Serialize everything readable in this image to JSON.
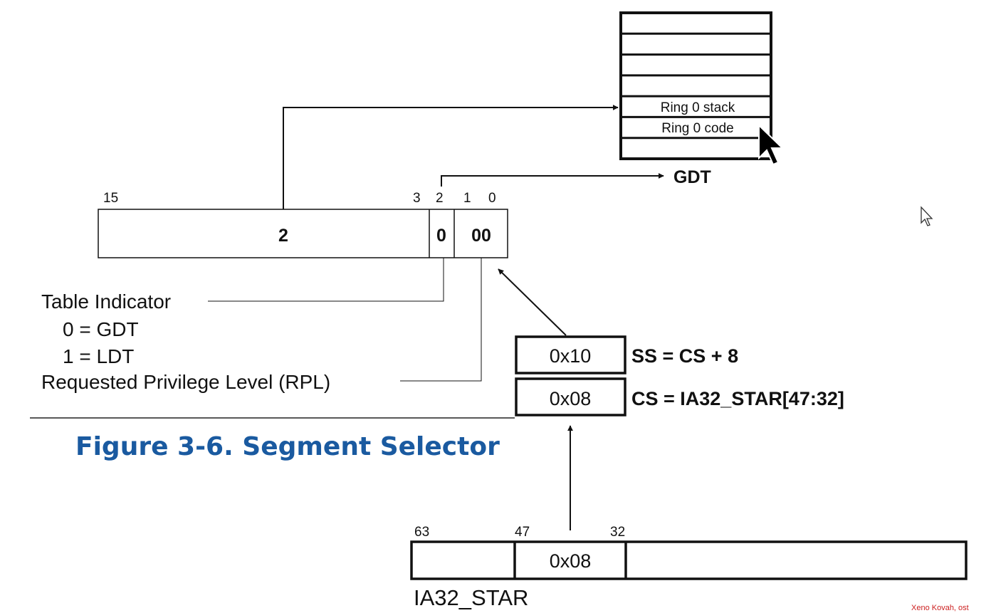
{
  "gdt": {
    "label": "GDT",
    "entries": [
      "",
      "",
      "",
      "",
      "Ring 0 stack",
      "Ring 0 code",
      ""
    ]
  },
  "selector": {
    "bits": {
      "b15": "15",
      "b3": "3",
      "b2": "2",
      "b1": "1",
      "b0": "0"
    },
    "index_value": "2",
    "ti_value": "0",
    "rpl_value": "00"
  },
  "legend": {
    "table_indicator": "Table Indicator",
    "ti_gdt": "0 = GDT",
    "ti_ldt": "1 = LDT",
    "rpl": "Requested Privilege Level (RPL)"
  },
  "caption": "Figure 3-6.  Segment Selector",
  "registers": {
    "ss": {
      "value": "0x10",
      "label": "SS = CS + 8"
    },
    "cs": {
      "value": "0x08",
      "label": "CS = IA32_STAR[47:32]"
    }
  },
  "msr": {
    "name": "IA32_STAR",
    "bits": {
      "b63": "63",
      "b47": "47",
      "b32": "32"
    },
    "field_value": "0x08"
  },
  "watermark": "Xeno Kovah, ost",
  "colors": {
    "caption": "#1a5aa0",
    "watermark": "#cc2020"
  }
}
